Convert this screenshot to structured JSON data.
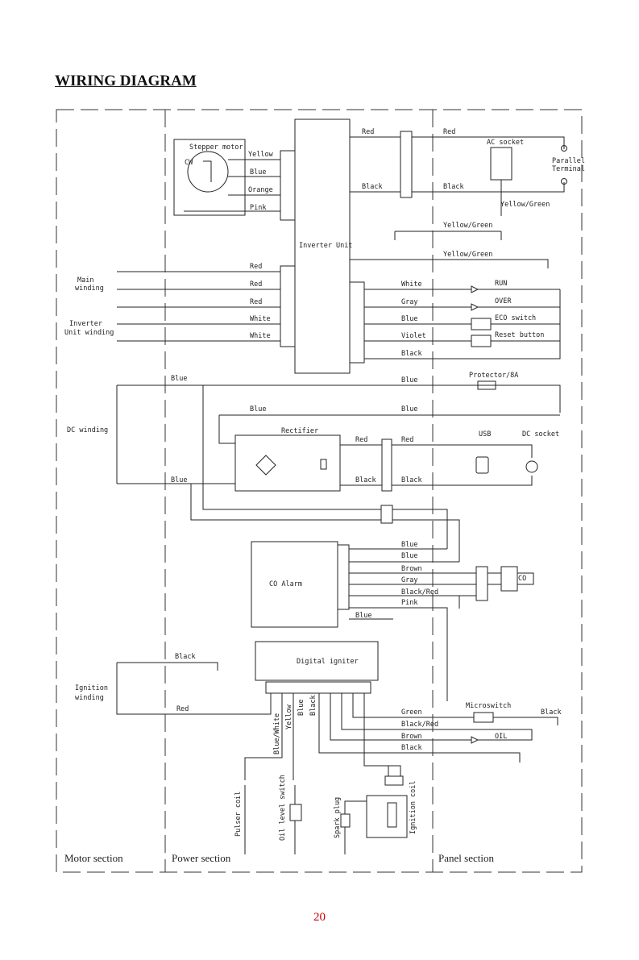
{
  "title": "WIRING DIAGRAM",
  "page_number": "20",
  "sections": {
    "motor": "Motor section",
    "power": "Power section",
    "panel": "Panel section"
  },
  "components": {
    "stepper_motor": "Stepper motor",
    "cw": "CW",
    "inverter_unit": "Inverter Unit",
    "ac_socket": "AC socket",
    "parallel_terminal_1": "Parallel",
    "parallel_terminal_2": "Terminal",
    "main_winding_1": "Main",
    "main_winding_2": "winding",
    "inverter_winding_1": "Inverter",
    "inverter_winding_2": "Unit winding",
    "run": "RUN",
    "over": "OVER",
    "eco_switch": "ECO switch",
    "reset_button": "Reset button",
    "protector": "Protector/8A",
    "dc_winding": "DC winding",
    "rectifier": "Rectifier",
    "usb": "USB",
    "dc_socket": "DC socket",
    "co_alarm": "CO Alarm",
    "co": "CO",
    "digital_igniter": "Digital igniter",
    "ignition_winding_1": "Ignition",
    "ignition_winding_2": "winding",
    "microswitch": "Microswitch",
    "oil": "OIL",
    "pulser_coil": "Pulser coil",
    "oil_level_switch": "Oil level switch",
    "spark_plug": "Spark plug",
    "ignition_coil": "Ignition coil"
  },
  "wires": {
    "yellow": "Yellow",
    "blue": "Blue",
    "orange": "Orange",
    "pink": "Pink",
    "red": "Red",
    "black": "Black",
    "white": "White",
    "gray": "Gray",
    "violet": "Violet",
    "brown": "Brown",
    "black_red": "Black/Red",
    "yellow_green": "Yellow/Green",
    "green": "Green",
    "blue_white": "Blue/White"
  }
}
